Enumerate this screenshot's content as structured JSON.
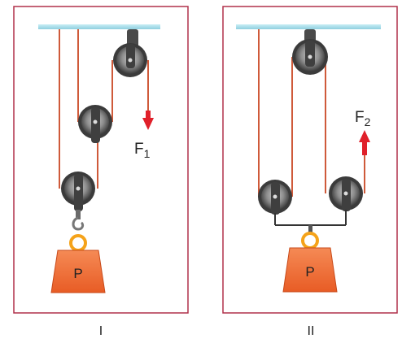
{
  "panels": [
    {
      "caption": "I",
      "weight_label": "P",
      "force_label": "F",
      "force_subscript": "1"
    },
    {
      "caption": "II",
      "weight_label": "P",
      "force_label": "F",
      "force_subscript": "2"
    }
  ],
  "colors": {
    "frame": "#b0304a",
    "ceiling": "#a9dde8",
    "rope": "#cf5a3a",
    "pulley_outer": "#4a4a4a",
    "pulley_inner": "#9a9a9a",
    "weight": "#f06a35",
    "ring": "#f5a31a",
    "arrow": "#e0202a"
  }
}
